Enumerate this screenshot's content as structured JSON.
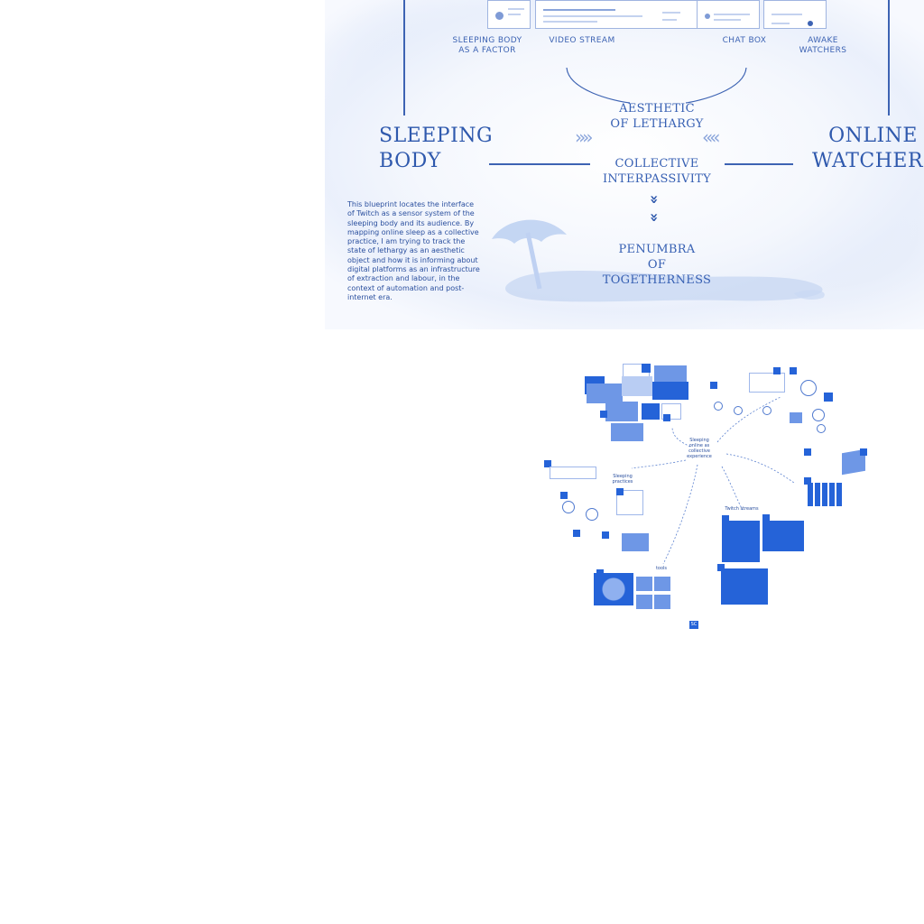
{
  "blueprint": {
    "left_title": "SLEEPING\nBODY",
    "right_title": "ONLINE\nWATCHERS",
    "top_labels": {
      "sleeping_body_streamer": "SLEEPING BODY\nAS A FACTOR",
      "video_stream": "VIDEO STREAM",
      "chat_box": "CHAT BOX",
      "awake_watchers": "AWAKE\nWATCHERS"
    },
    "aesthetic": "AESTHETIC\nOF LETHARGY",
    "collective": "COLLECTIVE\nINTERPASSIVITY",
    "penumbra": "PENUMBRA\nOF\nTOGETHERNESS",
    "description": "This blueprint locates the interface of Twitch as a sensor system of the sleeping body and its audience. By mapping online sleep as a collective practice, I am trying to track the state of lethargy as an aesthetic object and how it is informing about digital platforms as an infrastructure of extraction and labour, in the context of automation and post-internet era.",
    "arrows": {
      "left": "»»",
      "right": "««",
      "down": "»"
    }
  },
  "mindmap": {
    "center_note": "Sleeping\nonline as\ncollective\nexperience",
    "cluster_left_label": "Sleeping practices",
    "cluster_bottom_label": "Twitch streams",
    "cluster_corner_label": "tools",
    "badge": "SC"
  },
  "colors": {
    "ink": "#2a4f9e",
    "line": "#3d63b3",
    "tile": "#2563d8",
    "paper": "#f7f9fe"
  }
}
